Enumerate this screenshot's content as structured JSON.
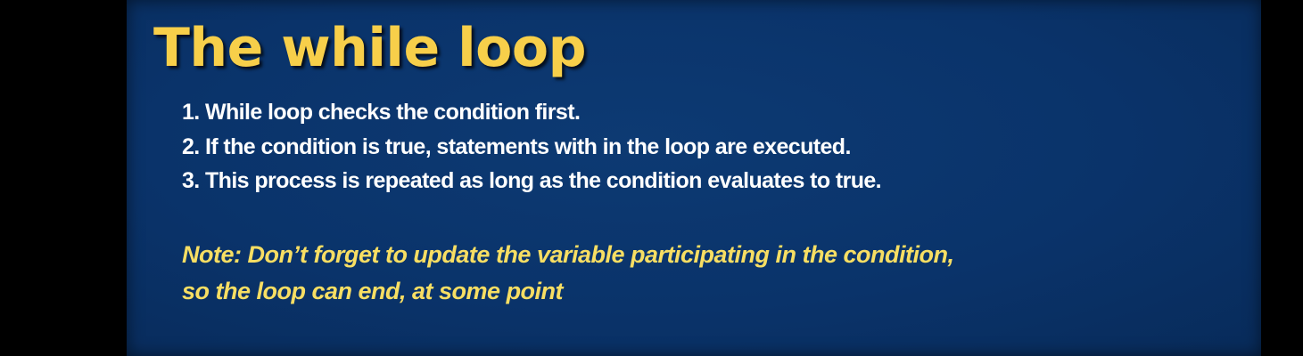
{
  "slide": {
    "title": "The while loop",
    "points": [
      "1. While loop checks the condition first.",
      "2. If the condition is true, statements with in the loop are executed.",
      "3. This process is repeated as long as the condition evaluates to true."
    ],
    "note": {
      "line1": "Note: Don’t forget to update the variable participating in the condition,",
      "line2": "so the loop can end, at some point"
    }
  },
  "colors": {
    "background": "#000000",
    "slide_background": "#0a336a",
    "title": "#f7cf4a",
    "body_text": "#ffffff",
    "note_text": "#f7de63"
  }
}
